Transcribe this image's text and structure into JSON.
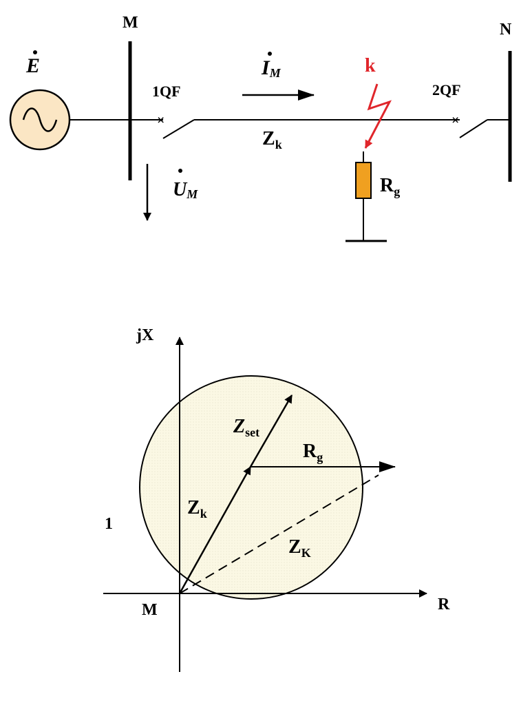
{
  "colors": {
    "line": "#000000",
    "fault": "#e0262b",
    "resistor": "#f0a020",
    "source_fill": "#fbe6c4",
    "circle_fill": "#fbf8e4"
  },
  "circuit": {
    "bus_m": "M",
    "bus_n": "N",
    "source_symbol": "E",
    "breaker_1": "1QF",
    "breaker_2": "2QF",
    "current_main": "I",
    "current_sub": "M",
    "voltage_main": "U",
    "voltage_sub": "M",
    "fault_label": "k",
    "line_impedance_main": "Z",
    "line_impedance_sub": "k",
    "fault_resistance_main": "R",
    "fault_resistance_sub": "g"
  },
  "impedance_plane": {
    "y_axis": "jX",
    "x_axis": "R",
    "origin": "M",
    "region_label": "1",
    "zset_main": "Z",
    "zset_sub": "set",
    "rg_main": "R",
    "rg_sub": "g",
    "zk_main": "Z",
    "zk_sub": "k",
    "zK_main": "Z",
    "zK_sub": "K"
  }
}
